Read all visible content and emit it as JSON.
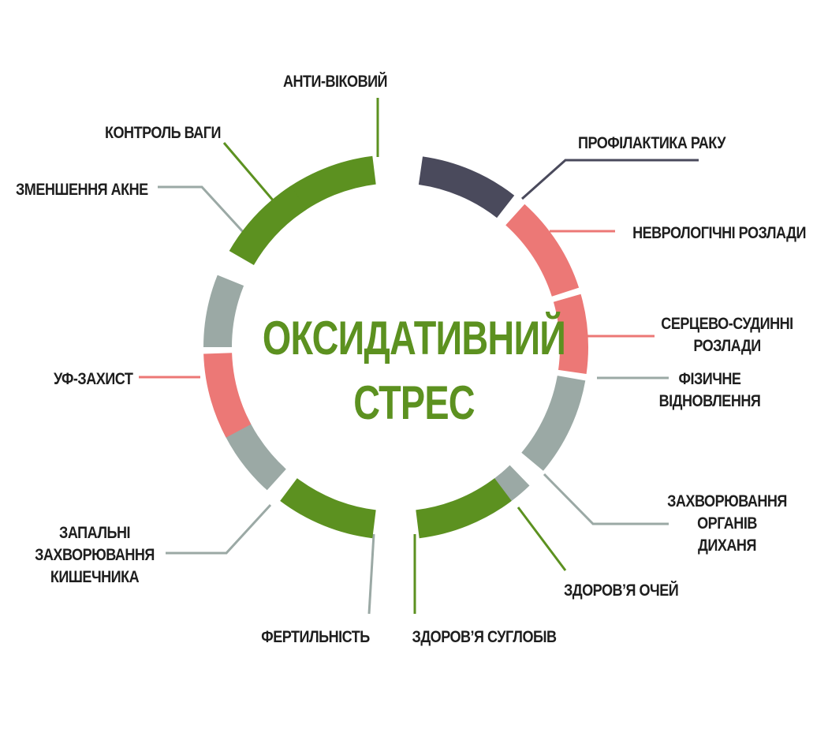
{
  "colors": {
    "green": "#5c9120",
    "dark": "#4a4a5c",
    "pink": "#ec7876",
    "gray": "#9ba9a5",
    "text": "#1e1e1e"
  },
  "center": {
    "title": "ОКСИДАТИВНИЙ\nСТРЕС"
  },
  "segments": [
    {
      "id": "anti-aging",
      "label": "АНТИ-ВІКОВИЙ",
      "color": "green"
    },
    {
      "id": "cancer-prevention",
      "label": "ПРОФІЛАКТИКА РАКУ",
      "color": "dark"
    },
    {
      "id": "neuro-disorders",
      "label": "НЕВРОЛОГІЧНІ РОЗЛАДИ",
      "color": "pink"
    },
    {
      "id": "cardio-disorders",
      "label": "СЕРЦЕВО-СУДИННІ\nРОЗЛАДИ",
      "color": "pink"
    },
    {
      "id": "physical-recovery",
      "label": "ФІЗИЧНЕ\nВІДНОВЛЕННЯ",
      "color": "gray"
    },
    {
      "id": "respiratory-diseases",
      "label": "ЗАХВОРЮВАННЯ\nОРГАНІВ\nДИХАНЯ",
      "color": "gray"
    },
    {
      "id": "eye-health",
      "label": "ЗДОРОВ’Я ОЧЕЙ",
      "color": "green"
    },
    {
      "id": "joint-health",
      "label": "ЗДОРОВ’Я СУГЛОБІВ",
      "color": "green"
    },
    {
      "id": "fertility",
      "label": "ФЕРТИЛЬНІСТЬ",
      "color": "gray"
    },
    {
      "id": "bowel-diseases",
      "label": "ЗАПАЛЬНІ\nЗАХВОРЮВАННЯ\nКИШЕЧНИКА",
      "color": "gray"
    },
    {
      "id": "uv-protection",
      "label": "УФ-ЗАХИСТ",
      "color": "pink"
    },
    {
      "id": "acne-reduction",
      "label": "ЗМЕНШЕННЯ АКНЕ",
      "color": "gray"
    },
    {
      "id": "weight-control",
      "label": "КОНТРОЛЬ ВАГИ",
      "color": "green"
    }
  ]
}
